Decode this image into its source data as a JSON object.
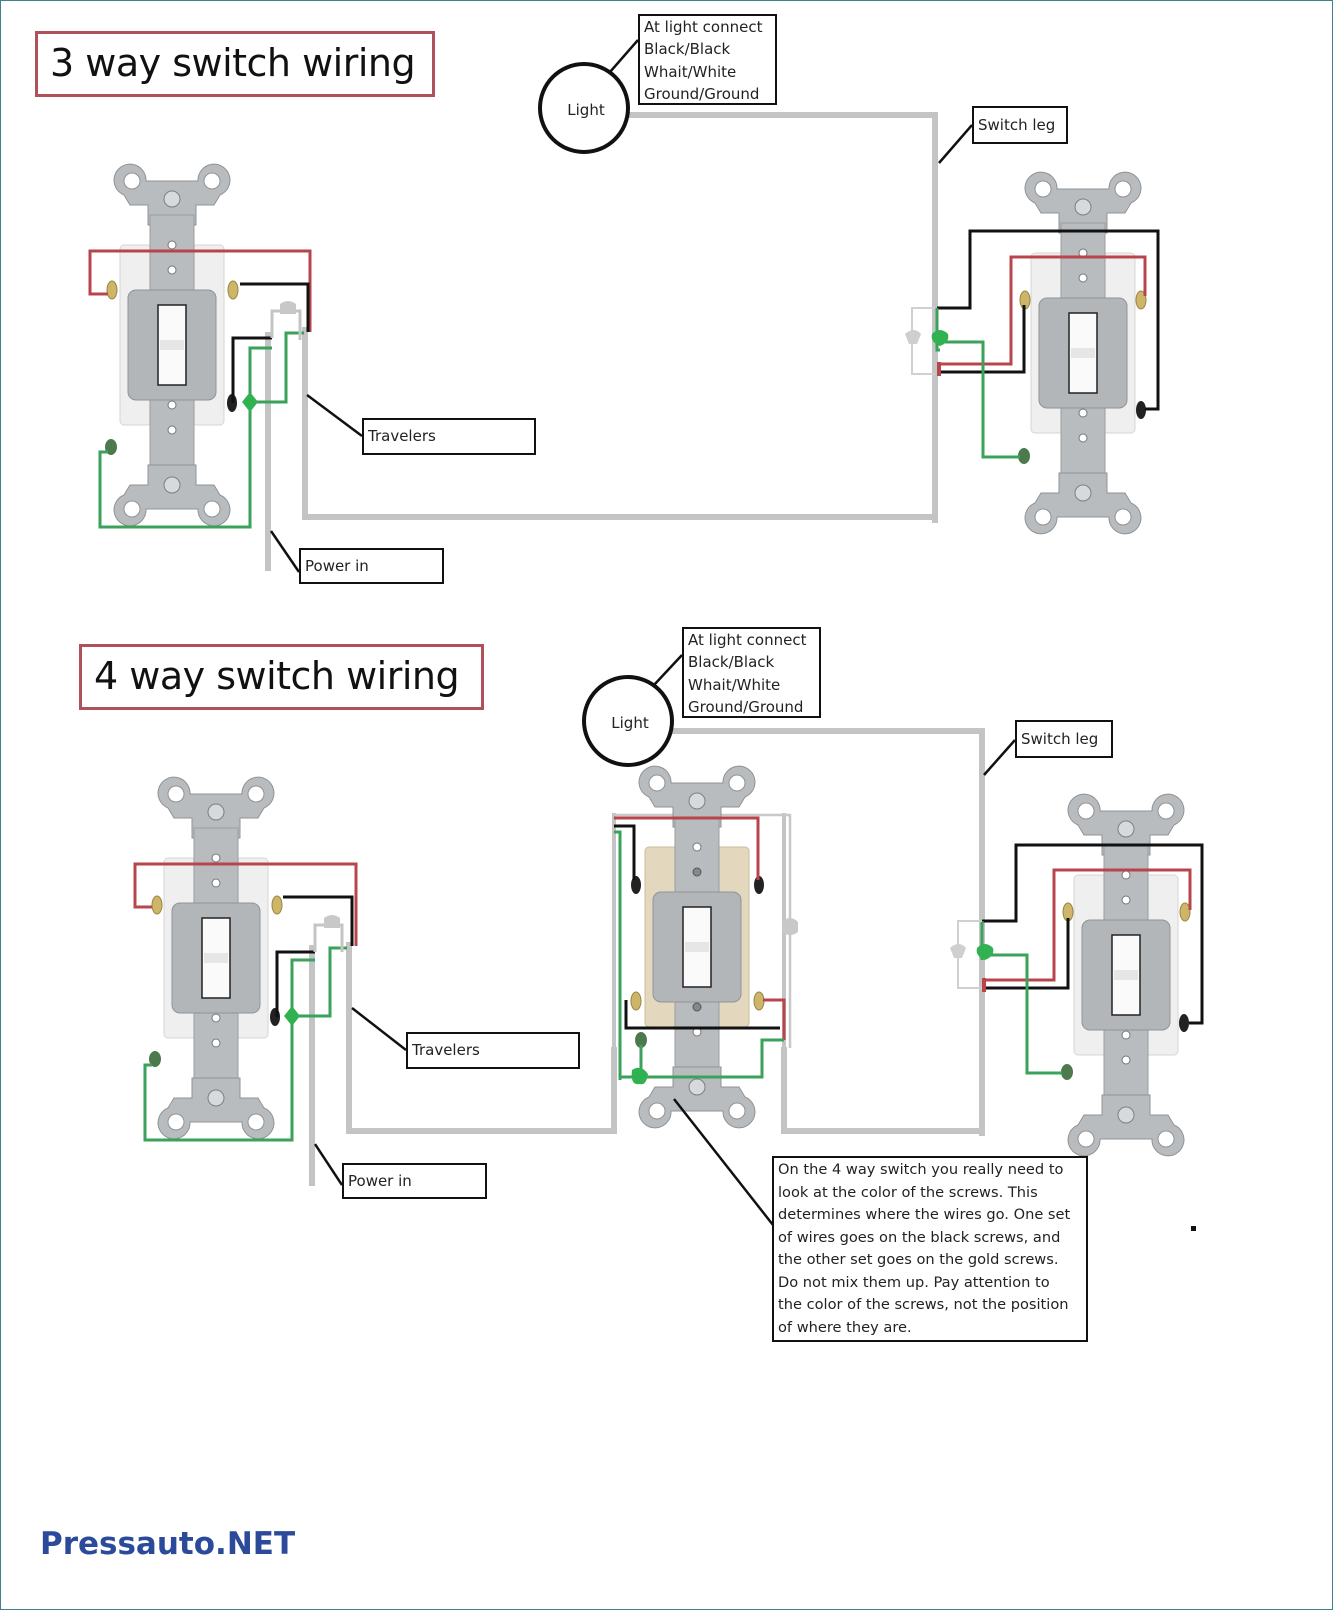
{
  "colors": {
    "wire_gray": "#c4c4c4",
    "wire_red": "#b8454b",
    "wire_black": "#111111",
    "wire_green": "#3aa25a",
    "title_border": "#b0505a",
    "brand": "#2b4a9a",
    "switch_metal": "#b9bcbf",
    "switch_body_white": "#eeeeee",
    "switch_body_ivory": "#e3d8bd",
    "screw_brass": "#cdb56a"
  },
  "three_way": {
    "title": "3 way switch wiring",
    "light_label": "Light",
    "light_note": [
      "At light connect",
      "Black/Black",
      "Whait/White",
      "Ground/Ground"
    ],
    "switch_leg_label": "Switch leg",
    "travelers_label": "Travelers",
    "power_in_label": "Power in"
  },
  "four_way": {
    "title": "4 way switch wiring",
    "light_label": "Light",
    "light_note": [
      "At light connect",
      "Black/Black",
      "Whait/White",
      "Ground/Ground"
    ],
    "switch_leg_label": "Switch leg",
    "travelers_label": "Travelers",
    "power_in_label": "Power in",
    "note": [
      "On the 4 way switch you really need to",
      "look at the color of the screws. This",
      "determines where the wires go. One set",
      "of wires goes on the black screws, and",
      "the other set goes on the gold screws.",
      "Do not mix them up. Pay attention to",
      "the color of the screws, not the position",
      "of where they are."
    ]
  },
  "brand": "Pressauto.NET"
}
